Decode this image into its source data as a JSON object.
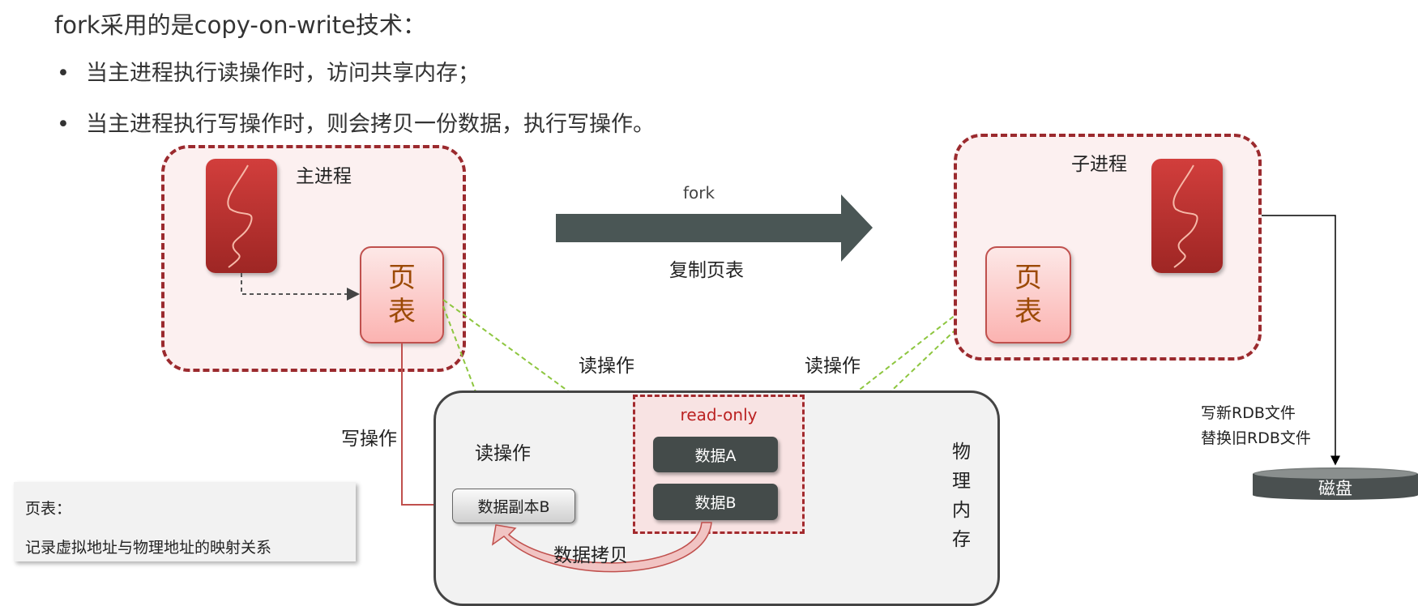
{
  "heading": "fork采用的是copy-on-write技术：",
  "bullets": [
    "当主进程执行读操作时，访问共享内存；",
    "当主进程执行写操作时，则会拷贝一份数据，执行写操作。"
  ],
  "bullet_symbol": "•",
  "main_process": {
    "label": "主进程",
    "page_table": [
      "页",
      "表"
    ]
  },
  "child_process": {
    "label": "子进程",
    "page_table": [
      "页",
      "表"
    ]
  },
  "fork_arrow": {
    "top_label": "fork",
    "bottom_label": "复制页表"
  },
  "read_op_label": "读操作",
  "write_op_label": "写操作",
  "physical_memory": {
    "label": [
      "物",
      "理",
      "内",
      "存"
    ],
    "read_only_label": "read-only",
    "data_a": "数据A",
    "data_b": "数据B",
    "data_copy_b": "数据副本B",
    "copy_label": "数据拷贝"
  },
  "rdb_labels": [
    "写新RDB文件",
    "替换旧RDB文件"
  ],
  "disk_label": "磁盘",
  "legend": {
    "title": "页表：",
    "text": "记录虚拟地址与物理地址的映射关系"
  },
  "colors": {
    "dashed_border": "#9b2a2e",
    "process": "#c0392b",
    "read_arrow": "#8dc63f",
    "write_arrow": "#c0504d",
    "data_box": "#444b4a"
  }
}
